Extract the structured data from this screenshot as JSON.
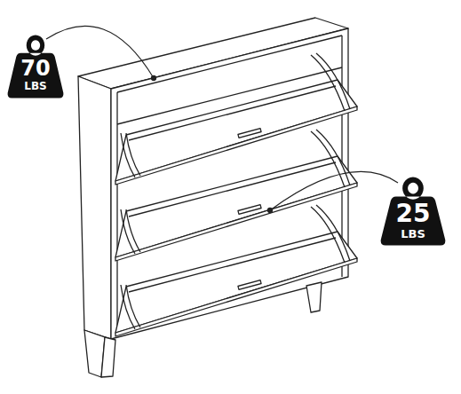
{
  "diagram": {
    "nodes": [
      {
        "text": [
          "70",
          "LBS"
        ]
      },
      {
        "text": [
          "25",
          "LBS"
        ]
      }
    ]
  }
}
